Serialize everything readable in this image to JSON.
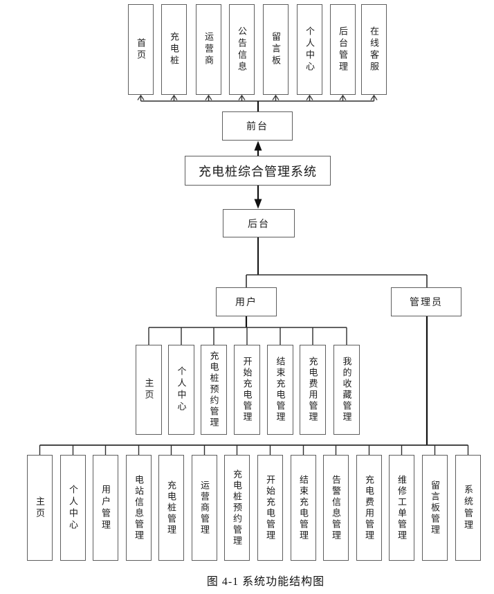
{
  "diagram": {
    "system_title": "充电桩综合管理系统",
    "frontend_node": "前台",
    "backend_node": "后台",
    "user_node": "用户",
    "admin_node": "管理员",
    "front_modules": [
      "首页",
      "充电桩",
      "运营商",
      "公告信息",
      "留言板",
      "个人中心",
      "后台管理",
      "在线客服"
    ],
    "user_modules": [
      "主页",
      "个人中心",
      "充电桩预约管理",
      "开始充电管理",
      "结束充电管理",
      "充电费用管理",
      "我的收藏管理"
    ],
    "admin_modules": [
      "主页",
      "个人中心",
      "用户管理",
      "电站信息管理",
      "充电桩管理",
      "运营商管理",
      "充电桩预约管理",
      "开始充电管理",
      "结束充电管理",
      "告警信息管理",
      "充电费用管理",
      "维修工单管理",
      "留言板管理",
      "系统管理"
    ],
    "caption": "图 4-1 系统功能结构图",
    "colors": {
      "background": "#ffffff",
      "box_border": "#5d5d5d",
      "line": "#2e2e2e",
      "text": "#1b1b1b"
    }
  }
}
